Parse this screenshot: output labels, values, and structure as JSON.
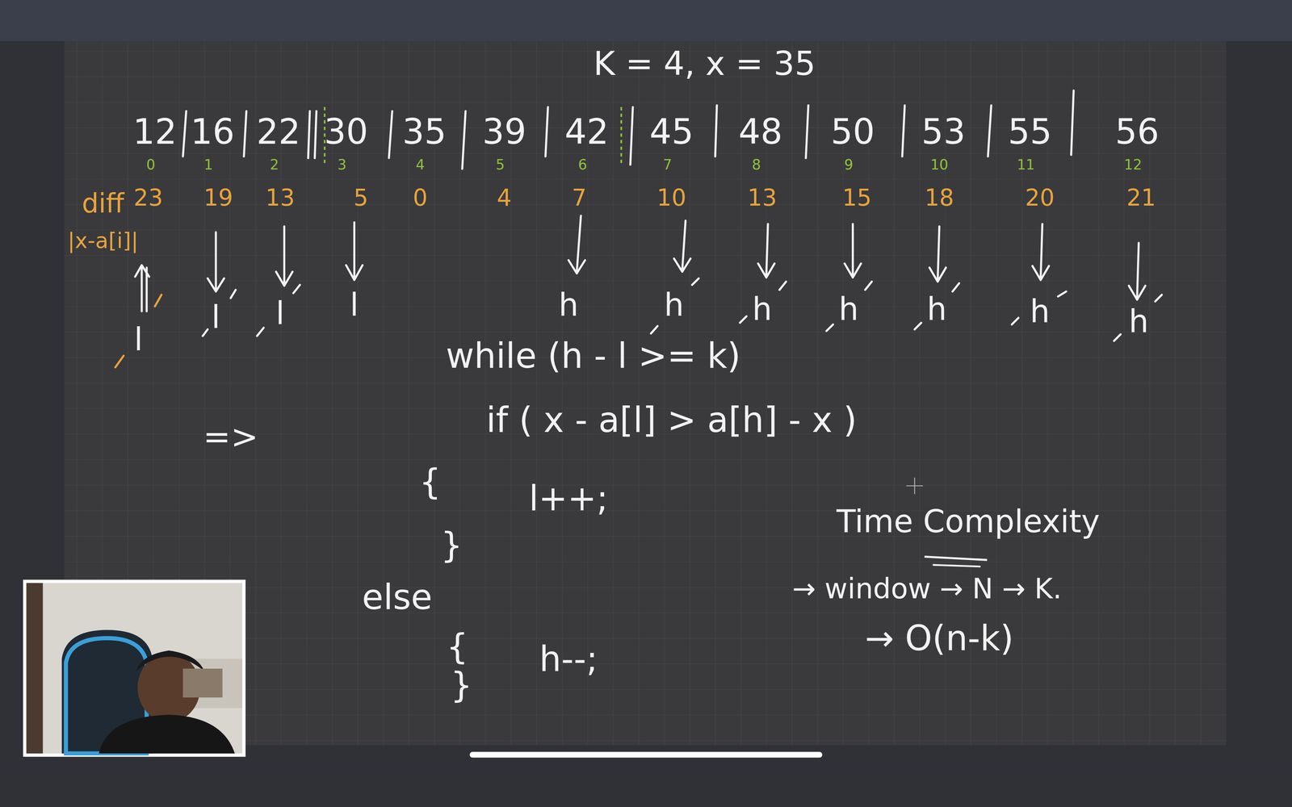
{
  "diagram": {
    "labels": [
      "K = 4, x = 35",
      "12",
      "16",
      "22",
      "30",
      "35",
      "39",
      "42",
      "45",
      "48",
      "50",
      "53",
      "55",
      "56",
      "0",
      "1",
      "2",
      "3",
      "4",
      "5",
      "6",
      "7",
      "8",
      "9",
      "10",
      "11",
      "12",
      "diff",
      "23",
      "19",
      "13",
      "5",
      "0",
      "4",
      "7",
      "10",
      "13",
      "15",
      "18",
      "20",
      "21",
      "|x-a[i]|",
      "l",
      "l",
      "l",
      "l",
      "h",
      "h",
      "h",
      "h",
      "h",
      "h",
      "h",
      "while (h - l >= k)",
      "=>",
      "if ( x - a[l] > a[h] - x )",
      "{",
      "l++;",
      "}",
      "else",
      "{",
      "h--;",
      "}",
      "Time Complexity",
      "→ window → N → K.",
      "→ O(n-k)"
    ]
  }
}
